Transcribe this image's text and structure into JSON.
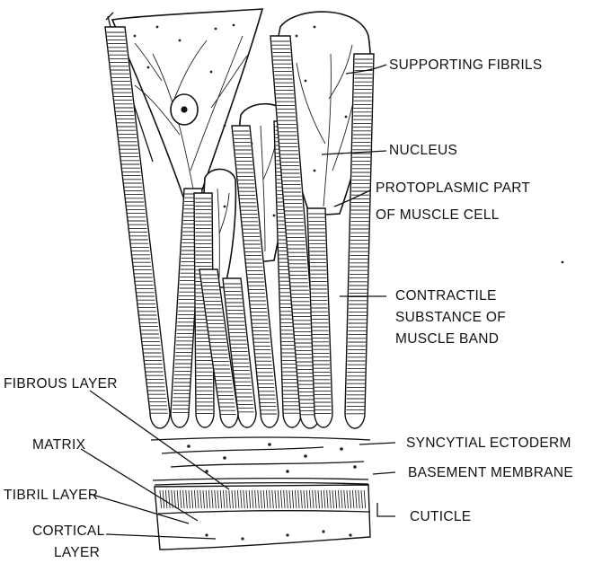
{
  "labels": {
    "supporting_fibrils": "SUPPORTING FIBRILS",
    "nucleus": "NUCLEUS",
    "protoplasmic_1": "PROTOPLASMIC PART",
    "protoplasmic_2": "OF MUSCLE CELL",
    "contractile_1": "CONTRACTILE",
    "contractile_2": "SUBSTANCE OF",
    "contractile_3": "MUSCLE BAND",
    "fibrous_layer": "FIBROUS LAYER",
    "matrix": "MATRIX",
    "fibril_layer": "TIBRIL LAYER",
    "cortical_1": "CORTICAL",
    "cortical_2": "LAYER",
    "syncytial_ectoderm": "SYNCYTIAL ECTODERM",
    "basement_membrane": "BASEMENT MEMBRANE",
    "cuticle": "CUTICLE"
  }
}
